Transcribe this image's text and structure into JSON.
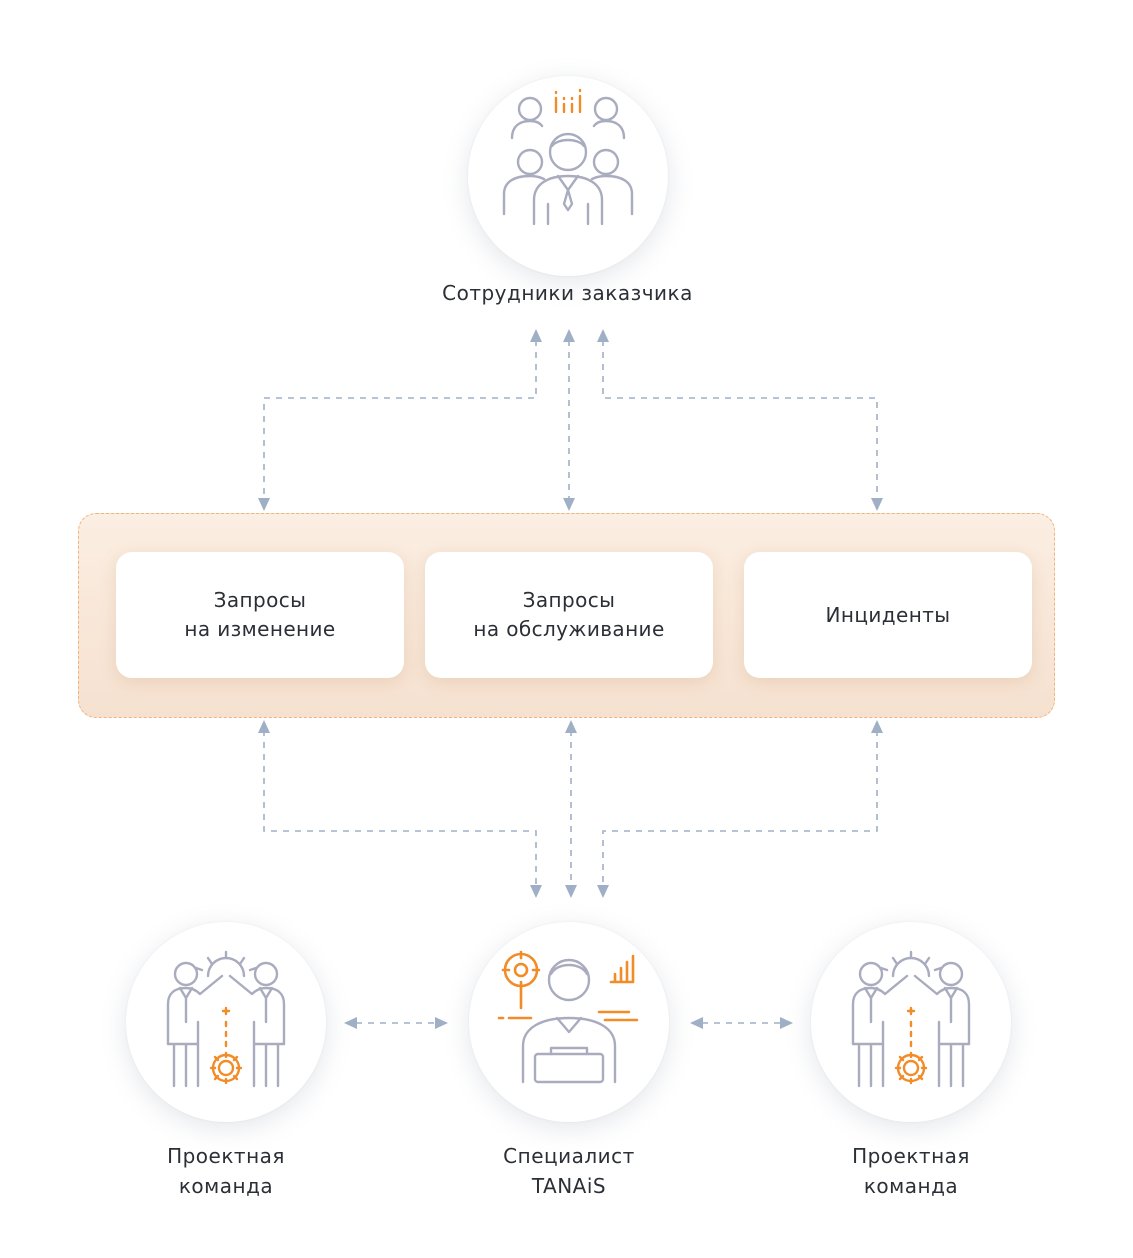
{
  "diagram": {
    "top_node": {
      "label": "Сотрудники заказчика",
      "icon": "group-of-people-icon"
    },
    "cards": [
      {
        "line1": "Запросы",
        "line2": "на изменение"
      },
      {
        "line1": "Запросы",
        "line2": "на обслуживание"
      },
      {
        "line1": "Инциденты",
        "line2": ""
      }
    ],
    "bottom_nodes": [
      {
        "line1": "Проектная",
        "line2": "команда",
        "icon": "team-gear-icon"
      },
      {
        "line1": "Специалист",
        "line2": "TANAiS",
        "icon": "specialist-analytics-icon"
      },
      {
        "line1": "Проектная",
        "line2": "команда",
        "icon": "team-gear-icon"
      }
    ],
    "colors": {
      "accent": "#f28c28",
      "icon_stroke": "#a9acbf",
      "connector": "#9fb0c6",
      "panel_border": "#f2b27a",
      "panel_fill": "#f8e7d8"
    }
  }
}
